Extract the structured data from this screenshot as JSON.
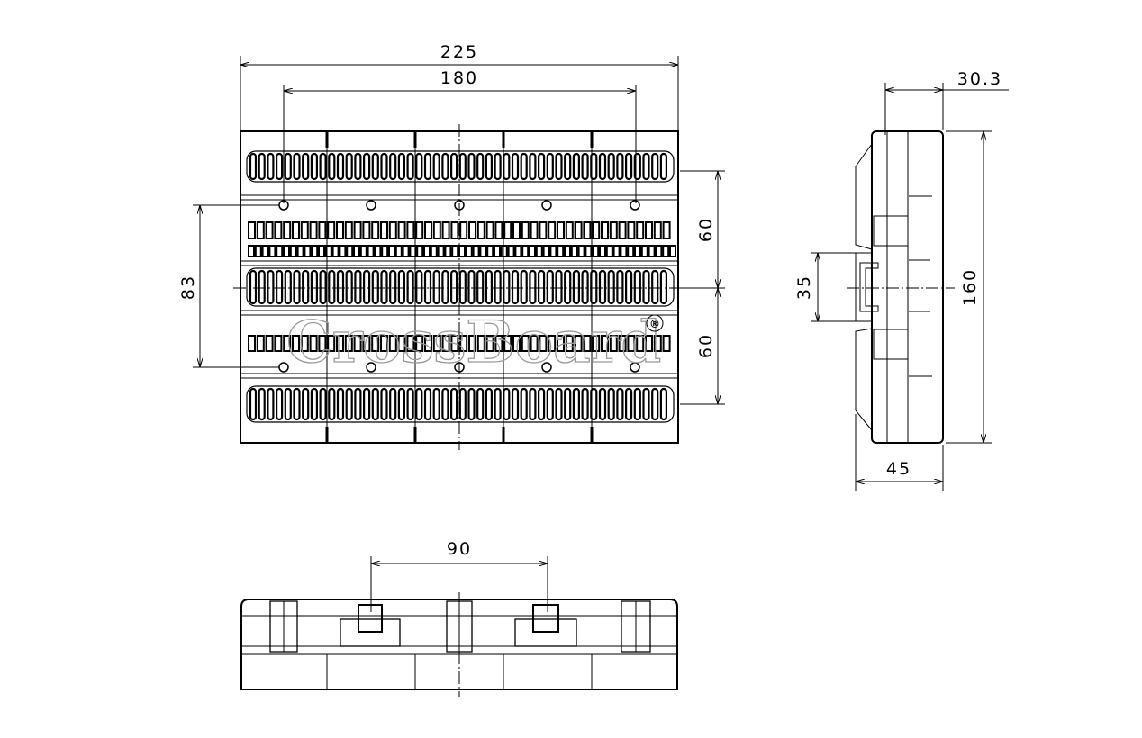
{
  "dimensions": {
    "overall_width": "225",
    "mount_pitch": "180",
    "upper_rail_offset": "60",
    "lower_rail_offset": "60",
    "hole_spacing": "83",
    "side_depth_top": "30.3",
    "side_height": "160",
    "din_rail": "35",
    "side_depth_bottom": "45",
    "bottom_pitch": "90"
  },
  "watermark": {
    "brand": "CrossBoard",
    "registered": "®"
  },
  "colors": {
    "line": "#000000",
    "watermark": "#999999"
  }
}
